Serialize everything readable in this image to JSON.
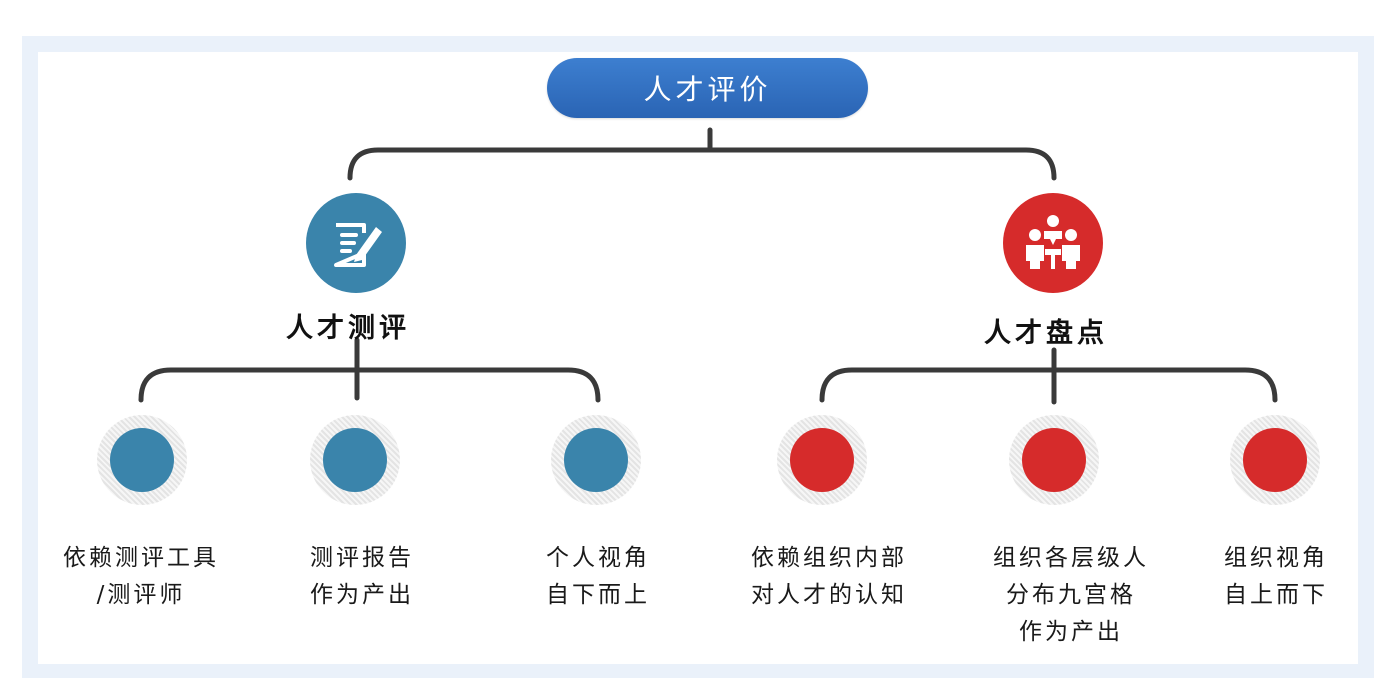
{
  "colors": {
    "root_pill": "#2f6fc0",
    "assessment_blue": "#3a84ab",
    "inventory_red": "#d62b2b",
    "connector": "#3a3a3a"
  },
  "root": {
    "title": "人才评价"
  },
  "branches": [
    {
      "title": "人才测评",
      "icon": "assessment-form-icon",
      "leaves": [
        {
          "lines": [
            "依赖测评工具",
            "/测评师"
          ]
        },
        {
          "lines": [
            "测评报告",
            "作为产出"
          ]
        },
        {
          "lines": [
            "个人视角",
            "自下而上"
          ]
        }
      ]
    },
    {
      "title": "人才盘点",
      "icon": "team-meeting-icon",
      "leaves": [
        {
          "lines": [
            "依赖组织内部",
            "对人才的认知"
          ]
        },
        {
          "lines": [
            "组织各层级人",
            "分布九宫格",
            "作为产出"
          ]
        },
        {
          "lines": [
            "组织视角",
            "自上而下"
          ]
        }
      ]
    }
  ]
}
